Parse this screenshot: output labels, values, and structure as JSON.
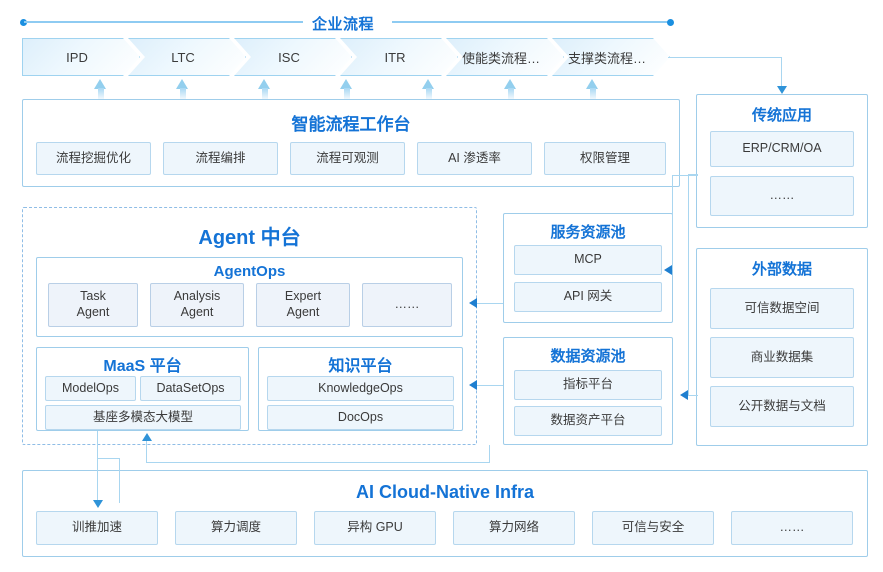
{
  "header": {
    "title": "企业流程",
    "process_steps": [
      {
        "label": "IPD"
      },
      {
        "label": "LTC"
      },
      {
        "label": "ISC"
      },
      {
        "label": "ITR"
      },
      {
        "label": "使能类流程…"
      },
      {
        "label": "支撑类流程…"
      }
    ]
  },
  "workbench": {
    "title": "智能流程工作台",
    "items": [
      {
        "label": "流程挖掘优化"
      },
      {
        "label": "流程编排"
      },
      {
        "label": "流程可观测"
      },
      {
        "label": "AI 渗透率"
      },
      {
        "label": "权限管理"
      }
    ]
  },
  "agent_platform": {
    "title": "Agent 中台",
    "agentops": {
      "title": "AgentOps",
      "items": [
        {
          "label": "Task\nAgent"
        },
        {
          "label": "Analysis\nAgent"
        },
        {
          "label": "Expert\nAgent"
        },
        {
          "label": "……"
        }
      ]
    },
    "maas": {
      "title": "MaaS 平台",
      "items": [
        {
          "label": "ModelOps"
        },
        {
          "label": "DataSetOps"
        },
        {
          "label": "基座多模态大模型"
        }
      ]
    },
    "knowledge": {
      "title": "知识平台",
      "items": [
        {
          "label": "KnowledgeOps"
        },
        {
          "label": "DocOps"
        }
      ]
    }
  },
  "service_pool": {
    "title": "服务资源池",
    "items": [
      {
        "label": "MCP"
      },
      {
        "label": "API 网关"
      }
    ]
  },
  "data_pool": {
    "title": "数据资源池",
    "items": [
      {
        "label": "指标平台"
      },
      {
        "label": "数据资产平台"
      }
    ]
  },
  "legacy_apps": {
    "title": "传统应用",
    "items": [
      {
        "label": "ERP/CRM/OA"
      },
      {
        "label": "……"
      }
    ]
  },
  "external_data": {
    "title": "外部数据",
    "items": [
      {
        "label": "可信数据空间"
      },
      {
        "label": "商业数据集"
      },
      {
        "label": "公开数据与文档"
      }
    ]
  },
  "infra": {
    "title": "AI Cloud-Native Infra",
    "items": [
      {
        "label": "训推加速"
      },
      {
        "label": "算力调度"
      },
      {
        "label": "异构 GPU"
      },
      {
        "label": "算力网络"
      },
      {
        "label": "可信与安全"
      },
      {
        "label": "……"
      }
    ]
  },
  "colors": {
    "accent": "#1473d6",
    "line": "#a9d6f0",
    "arrow": "#1f7fd0",
    "chip_bg": "#eef3fa",
    "border": "#9fcdea"
  }
}
